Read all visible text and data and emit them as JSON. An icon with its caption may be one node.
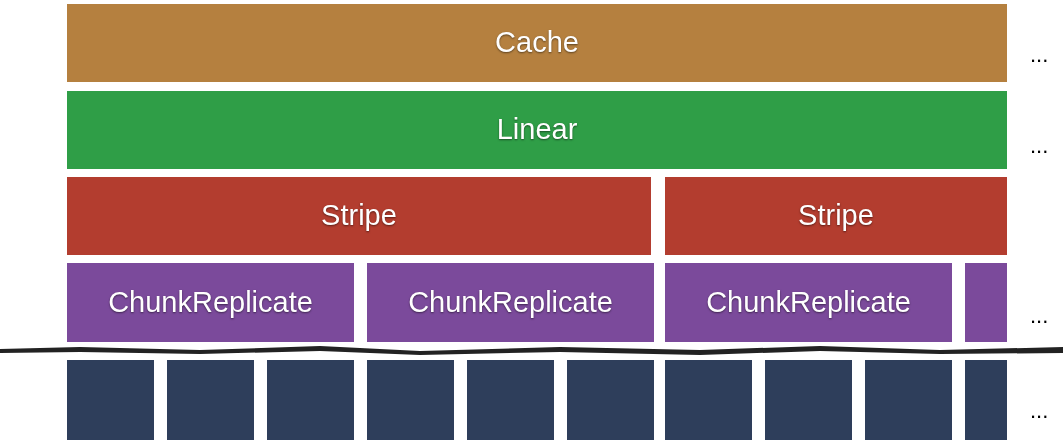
{
  "diagram": {
    "nodes": [
      {
        "text": [
          "Cache"
        ]
      },
      {
        "text": [
          "Linear"
        ]
      },
      {
        "text": [
          "Stripe"
        ]
      },
      {
        "text": [
          "Stripe"
        ]
      },
      {
        "text": [
          "ChunkReplicate"
        ]
      },
      {
        "text": [
          "ChunkReplicate"
        ]
      },
      {
        "text": [
          "ChunkReplicate"
        ]
      },
      {
        "text": [],
        "shape": "box"
      },
      {
        "text": [],
        "shape": "box"
      },
      {
        "text": [],
        "shape": "box"
      },
      {
        "text": [],
        "shape": "box"
      },
      {
        "text": [],
        "shape": "box"
      },
      {
        "text": [],
        "shape": "box"
      },
      {
        "text": [],
        "shape": "box"
      },
      {
        "text": [],
        "shape": "box"
      },
      {
        "text": [],
        "shape": "box"
      },
      {
        "text": [],
        "shape": "box"
      },
      {
        "text": [],
        "shape": "box"
      }
    ],
    "edges": [],
    "labels": [
      "...",
      "...",
      "...",
      "..."
    ]
  }
}
